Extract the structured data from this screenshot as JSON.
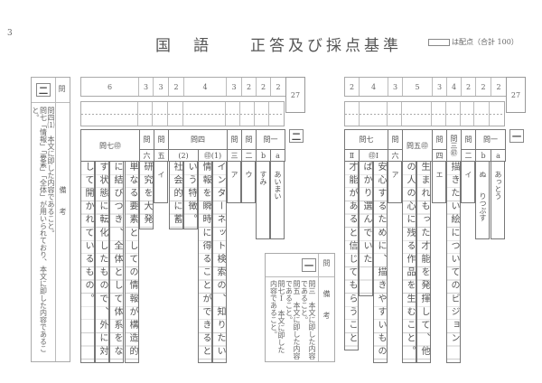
{
  "page_number": "3",
  "title": "国　語　　正答及び採点基準",
  "legend": "は配点（合計 100）",
  "section2": {
    "label": "二",
    "q": "問",
    "biko": "備　　考",
    "remarks": [
      "問四⑴　本文に即した内容であること。",
      "問七「情報」「要素」「全体」が用いられており、本文に即した内容であること。"
    ],
    "points": [
      "6",
      "3",
      "3",
      "2",
      "4",
      "3",
      "2",
      "2",
      "2"
    ],
    "total": "27",
    "headers": {
      "q7": "問七㊞",
      "q6": "問",
      "q6s": "六",
      "q5": "問",
      "q5s": "五",
      "q4": "問四",
      "q4s2": "(2)",
      "q4s1": "㊞(1)",
      "q3": "問",
      "q3s": "三",
      "q2": "問",
      "q2s": "二",
      "q1": "問一",
      "q1b": "b",
      "q1a": "a"
    },
    "answers": {
      "q7": [
        "して開かれているもの。",
        "す状態に転化したもので、外に対",
        "に結びつき、全体として体系をな",
        "単なる要素としての情報が構造的"
      ],
      "q6": "研究を大発",
      "q5": "イ",
      "q4_2": [
        "社会的に蓄",
        "いう特徴。"
      ],
      "q4_1": [
        "情報を瞬時に得ることができると",
        "インターネット検索の、知りたい"
      ],
      "q3": "ア",
      "q2": "ウ",
      "q1b": "すみ",
      "q1a": "あいまい"
    }
  },
  "section1": {
    "label": "一",
    "q": "問",
    "biko": "備　　考",
    "remarks": [
      "問三　本文に即した内容であること。",
      "問五　本文に即した内容であること。",
      "問七Ⅰ　本文に即した内容であること。"
    ],
    "points": [
      "2",
      "4",
      "3",
      "5",
      "3",
      "4",
      "2",
      "2",
      "2"
    ],
    "total": "27",
    "headers": {
      "q7": "問七",
      "q7s2": "Ⅱ",
      "q7s1": "㊞Ⅰ",
      "q6": "問",
      "q6s": "六",
      "q5": "問五㊞",
      "q4": "問",
      "q4s": "四",
      "q3": "問三㊞",
      "q2": "問",
      "q2s": "二",
      "q1": "問一",
      "q1b": "b",
      "q1a": "a"
    },
    "answers": {
      "q7_2": "才能があると信じてもらうこと",
      "q7_1": [
        "ばかり選んでいた",
        "安心するために、描きやすいもの"
      ],
      "q6": "ア",
      "q5": [
        "の人の心に残る作品を生むこと。",
        "生まれもった才能を発揮して、他"
      ],
      "q4": "エ",
      "q3": "描きたい絵についてのビジョン",
      "q2": "イ",
      "q1b": "ぬ　　りつぶす",
      "q1a": "あっとう"
    }
  }
}
